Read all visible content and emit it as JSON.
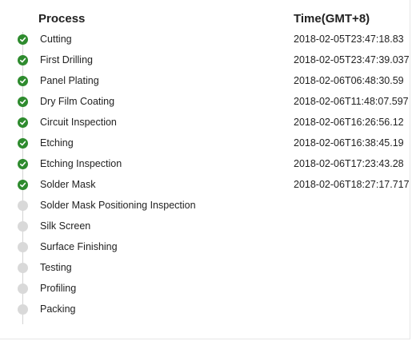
{
  "header": {
    "process_label": "Process",
    "time_label": "Time(GMT+8)"
  },
  "colors": {
    "done": "#2e8b2e",
    "pending": "#d9d9d9"
  },
  "steps": [
    {
      "name": "Cutting",
      "time": "2018-02-05T23:47:18.83",
      "status": "done",
      "icon": "check-circle-icon"
    },
    {
      "name": "First Drilling",
      "time": "2018-02-05T23:47:39.037",
      "status": "done",
      "icon": "check-circle-icon"
    },
    {
      "name": "Panel Plating",
      "time": "2018-02-06T06:48:30.59",
      "status": "done",
      "icon": "check-circle-icon"
    },
    {
      "name": "Dry Film Coating",
      "time": "2018-02-06T11:48:07.597",
      "status": "done",
      "icon": "check-circle-icon"
    },
    {
      "name": "Circuit Inspection",
      "time": "2018-02-06T16:26:56.12",
      "status": "done",
      "icon": "check-circle-icon"
    },
    {
      "name": "Etching",
      "time": "2018-02-06T16:38:45.19",
      "status": "done",
      "icon": "check-circle-icon"
    },
    {
      "name": "Etching Inspection",
      "time": "2018-02-06T17:23:43.28",
      "status": "done",
      "icon": "check-circle-icon"
    },
    {
      "name": "Solder Mask",
      "time": "2018-02-06T18:27:17.717",
      "status": "done",
      "icon": "check-circle-icon"
    },
    {
      "name": "Solder Mask Positioning Inspection",
      "time": "",
      "status": "pending",
      "icon": "pending-dot-icon"
    },
    {
      "name": "Silk Screen",
      "time": "",
      "status": "pending",
      "icon": "pending-dot-icon"
    },
    {
      "name": "Surface Finishing",
      "time": "",
      "status": "pending",
      "icon": "pending-dot-icon"
    },
    {
      "name": "Testing",
      "time": "",
      "status": "pending",
      "icon": "pending-dot-icon"
    },
    {
      "name": "Profiling",
      "time": "",
      "status": "pending",
      "icon": "pending-dot-icon"
    },
    {
      "name": "Packing",
      "time": "",
      "status": "pending",
      "icon": "pending-dot-icon"
    }
  ]
}
